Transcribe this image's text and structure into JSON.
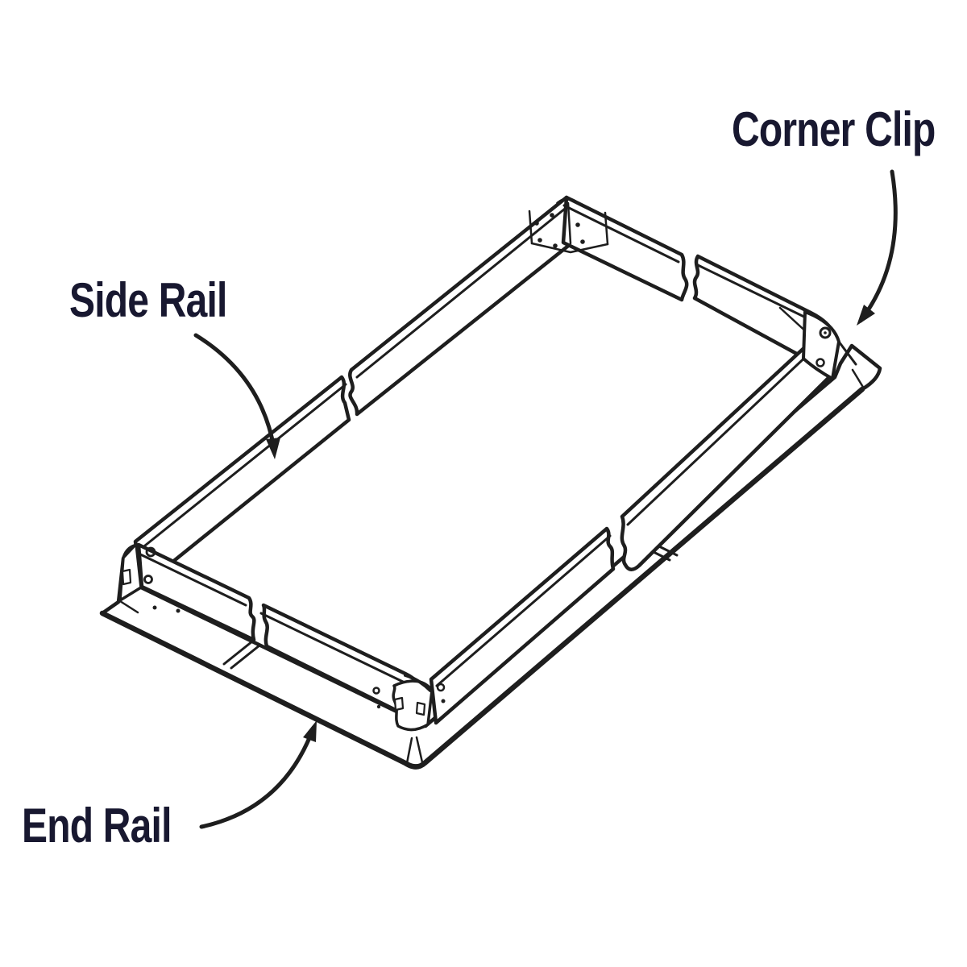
{
  "diagram": {
    "colors": {
      "background": "#ffffff",
      "line": "#1e1e1e",
      "label_text": "#181830"
    },
    "labels": {
      "corner_clip": "Corner Clip",
      "side_rail": "Side Rail",
      "end_rail": "End Rail"
    }
  }
}
